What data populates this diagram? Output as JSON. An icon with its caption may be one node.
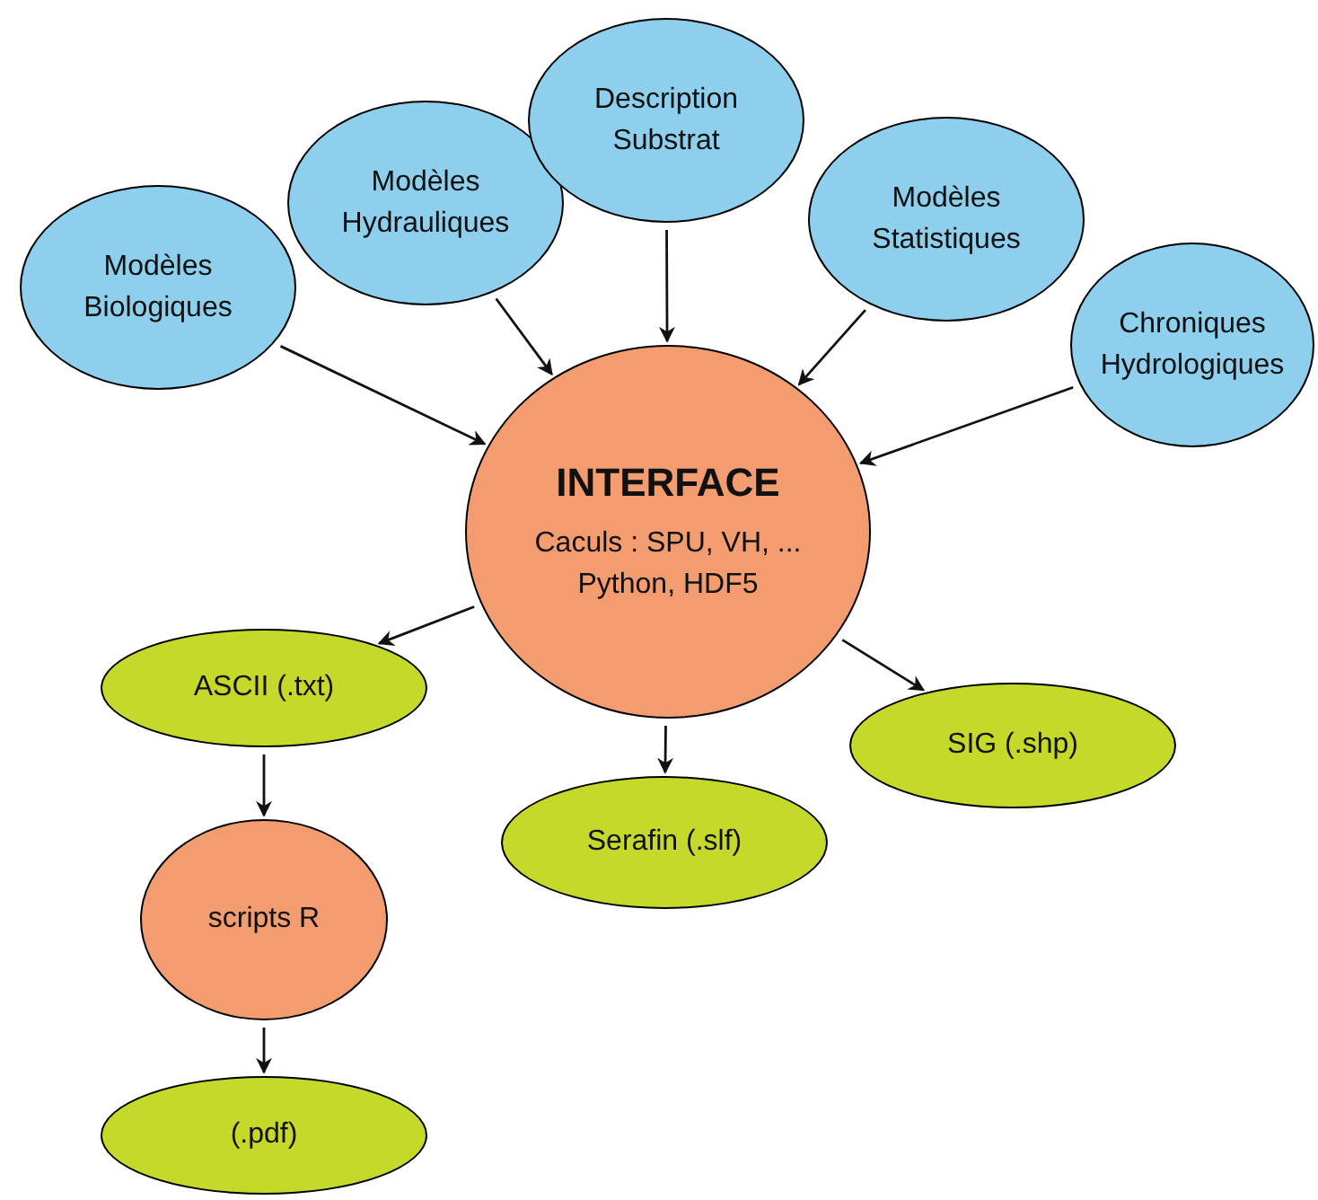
{
  "diagram": {
    "nodes": [
      {
        "text": [
          "Modèles Biologiques"
        ]
      },
      {
        "text": [
          "Modèles Hydrauliques"
        ]
      },
      {
        "text": [
          "Description Substrat"
        ]
      },
      {
        "text": [
          "Modèles Statistiques"
        ]
      },
      {
        "text": [
          "Chroniques Hydrologiques"
        ]
      },
      {
        "text": [
          "INTERFACE",
          "Caculs : SPU, VH, ...",
          "Python, HDF5"
        ]
      },
      {
        "text": [
          "ASCII (.txt)"
        ]
      },
      {
        "text": [
          "SIG (.shp)"
        ]
      },
      {
        "text": [
          "Serafin (.slf)"
        ]
      },
      {
        "text": [
          "scripts R"
        ]
      },
      {
        "text": [
          "(.pdf)"
        ]
      }
    ],
    "edges": [
      {
        "from": 0,
        "to": 5,
        "arrow": "to"
      },
      {
        "from": 1,
        "to": 5,
        "arrow": "to"
      },
      {
        "from": 2,
        "to": 5,
        "arrow": "to"
      },
      {
        "from": 3,
        "to": 5,
        "arrow": "to"
      },
      {
        "from": 4,
        "to": 5,
        "arrow": "to"
      },
      {
        "from": 5,
        "to": 6,
        "arrow": "to"
      },
      {
        "from": 5,
        "to": 8,
        "arrow": "to"
      },
      {
        "from": 5,
        "to": 7,
        "arrow": "to"
      },
      {
        "from": 6,
        "to": 9,
        "arrow": "to"
      },
      {
        "from": 9,
        "to": 10,
        "arrow": "to"
      }
    ]
  }
}
